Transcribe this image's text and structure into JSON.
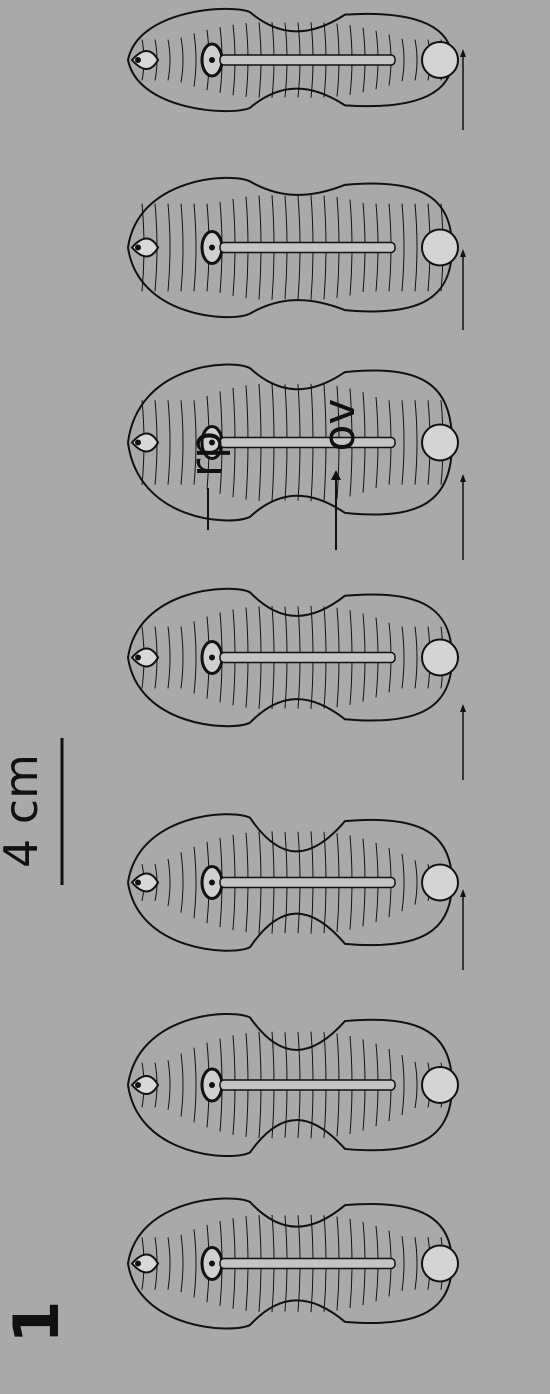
{
  "figure": {
    "panel_label": "1",
    "scale_bar_label": "4 cm",
    "labels": {
      "rp": "rp",
      "ov": "ov"
    },
    "stage_count": 7,
    "background_color": "#a9a9a9",
    "ink_color": "#111111"
  }
}
